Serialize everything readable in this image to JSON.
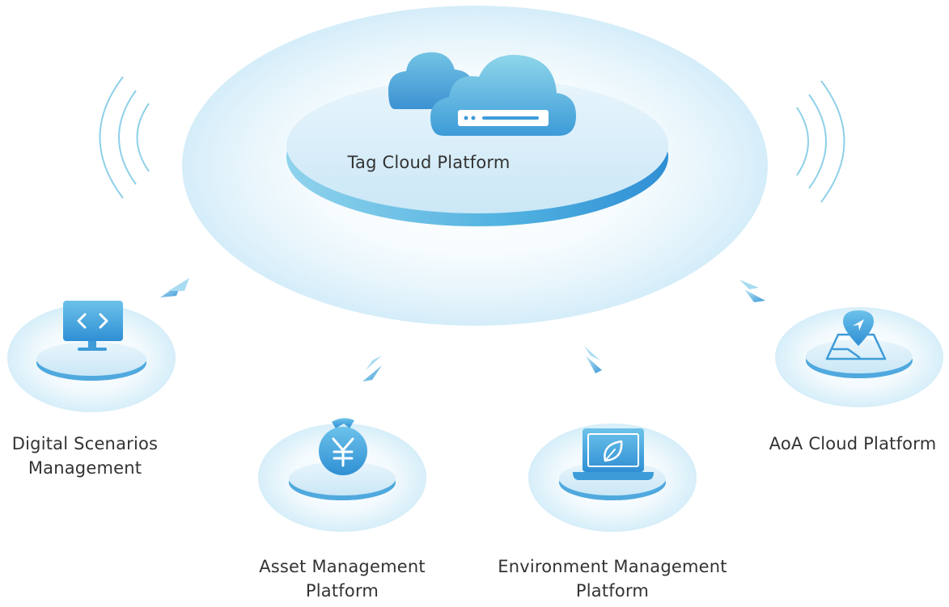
{
  "center": {
    "label": "Tag Cloud Platform",
    "icon": "cloud-server-icon"
  },
  "platforms": [
    {
      "lines": [
        "Digital Scenarios",
        "Management"
      ],
      "icon": "code-monitor-icon"
    },
    {
      "lines": [
        "Asset Management",
        "Platform"
      ],
      "icon": "yen-money-bag-icon"
    },
    {
      "lines": [
        "Environment Management",
        "Platform"
      ],
      "icon": "leaf-laptop-icon"
    },
    {
      "lines": [
        "AoA Cloud Platform"
      ],
      "icon": "map-pin-navigation-icon"
    }
  ],
  "colors": {
    "accent": "#2f8fd4",
    "accent_light": "#7fc6e6",
    "halo": "#dcf0fa",
    "platform_top": "#d6ecf8",
    "wave": "#8fd0e8",
    "text": "#333333"
  }
}
